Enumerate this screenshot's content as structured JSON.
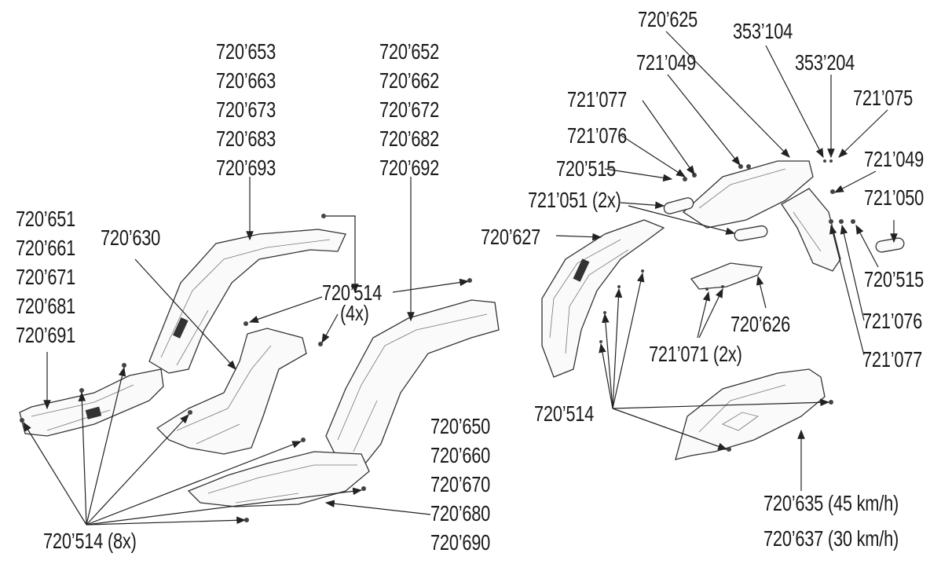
{
  "diagram": {
    "left": {
      "upper_side_panel": [
        "720’653",
        "720’663",
        "720’673",
        "720’683",
        "720’693"
      ],
      "right_side_panel": [
        "720’652",
        "720’662",
        "720’672",
        "720’682",
        "720’692"
      ],
      "left_lower_panel": [
        "720’651",
        "720’661",
        "720’671",
        "720’681",
        "720’691"
      ],
      "center_panel": "720’630",
      "screw_4x": [
        "720’514",
        "(4x)"
      ],
      "screw_8x": "720’514 (8x)",
      "lower_side_panel": [
        "720’650",
        "720’660",
        "720’670",
        "720’680",
        "720’690"
      ]
    },
    "right": {
      "p720625": "720’625",
      "p353104": "353’104",
      "p721049a": "721’049",
      "p353204": "353’204",
      "p721075": "721’075",
      "p721077a": "721’077",
      "p721076a": "721’076",
      "p721049b": "721’049",
      "p720515a": "720’515",
      "p721050": "721’050",
      "p721051": "721’051 (2x)",
      "p720627": "720’627",
      "p720515b": "720’515",
      "p721076b": "721’076",
      "p720626": "720’626",
      "p721071": "721’071 (2x)",
      "p721077b": "721’077",
      "p720514": "720’514",
      "p720635": "720’635 (45 km/h)",
      "p720637": "720’637 (30 km/h)"
    }
  }
}
